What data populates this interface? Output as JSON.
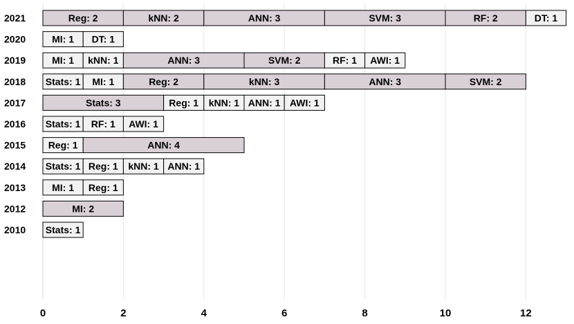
{
  "chart_data": {
    "type": "bar",
    "orientation": "horizontal",
    "stacked": true,
    "categories": [
      "2021",
      "2020",
      "2019",
      "2018",
      "2017",
      "2016",
      "2015",
      "2014",
      "2013",
      "2012",
      "2010"
    ],
    "rows": [
      {
        "year": "2021",
        "segments": [
          {
            "label": "Reg: 2",
            "value": 2
          },
          {
            "label": "kNN: 2",
            "value": 2
          },
          {
            "label": "ANN: 3",
            "value": 3
          },
          {
            "label": "SVM: 3",
            "value": 3
          },
          {
            "label": "RF: 2",
            "value": 2
          },
          {
            "label": "DT: 1",
            "value": 1
          }
        ]
      },
      {
        "year": "2020",
        "segments": [
          {
            "label": "MI: 1",
            "value": 1
          },
          {
            "label": "DT: 1",
            "value": 1
          }
        ]
      },
      {
        "year": "2019",
        "segments": [
          {
            "label": "MI: 1",
            "value": 1
          },
          {
            "label": "kNN: 1",
            "value": 1
          },
          {
            "label": "ANN: 3",
            "value": 3
          },
          {
            "label": "SVM: 2",
            "value": 2
          },
          {
            "label": "RF: 1",
            "value": 1
          },
          {
            "label": "AWI: 1",
            "value": 1
          }
        ]
      },
      {
        "year": "2018",
        "segments": [
          {
            "label": "Stats: 1",
            "value": 1
          },
          {
            "label": "MI: 1",
            "value": 1
          },
          {
            "label": "Reg: 2",
            "value": 2
          },
          {
            "label": "kNN: 3",
            "value": 3
          },
          {
            "label": "ANN: 3",
            "value": 3
          },
          {
            "label": "SVM: 2",
            "value": 2
          }
        ]
      },
      {
        "year": "2017",
        "segments": [
          {
            "label": "Stats: 3",
            "value": 3
          },
          {
            "label": "Reg: 1",
            "value": 1
          },
          {
            "label": "kNN: 1",
            "value": 1
          },
          {
            "label": "ANN: 1",
            "value": 1
          },
          {
            "label": "AWI: 1",
            "value": 1
          }
        ]
      },
      {
        "year": "2016",
        "segments": [
          {
            "label": "Stats: 1",
            "value": 1
          },
          {
            "label": "RF: 1",
            "value": 1
          },
          {
            "label": "AWI: 1",
            "value": 1
          }
        ]
      },
      {
        "year": "2015",
        "segments": [
          {
            "label": "Reg: 1",
            "value": 1
          },
          {
            "label": "ANN: 4",
            "value": 4
          }
        ]
      },
      {
        "year": "2014",
        "segments": [
          {
            "label": "Stats: 1",
            "value": 1
          },
          {
            "label": "Reg: 1",
            "value": 1
          },
          {
            "label": "kNN: 1",
            "value": 1
          },
          {
            "label": "ANN: 1",
            "value": 1
          }
        ]
      },
      {
        "year": "2013",
        "segments": [
          {
            "label": "MI: 1",
            "value": 1
          },
          {
            "label": "Reg: 1",
            "value": 1
          }
        ]
      },
      {
        "year": "2012",
        "segments": [
          {
            "label": "MI: 2",
            "value": 2
          }
        ]
      },
      {
        "year": "2010",
        "segments": [
          {
            "label": "Stats: 1",
            "value": 1
          }
        ]
      }
    ],
    "xlim": [
      0,
      13
    ],
    "xticks": [
      0,
      2,
      4,
      6,
      8,
      10,
      12
    ],
    "grid": "vertical",
    "title": "",
    "xlabel": "",
    "ylabel": "",
    "colors": {
      "fill_dark": "#d9d0d8",
      "fill_light": "#f2f2f2",
      "stroke": "#000000",
      "grid": "#e6e6e6"
    }
  }
}
